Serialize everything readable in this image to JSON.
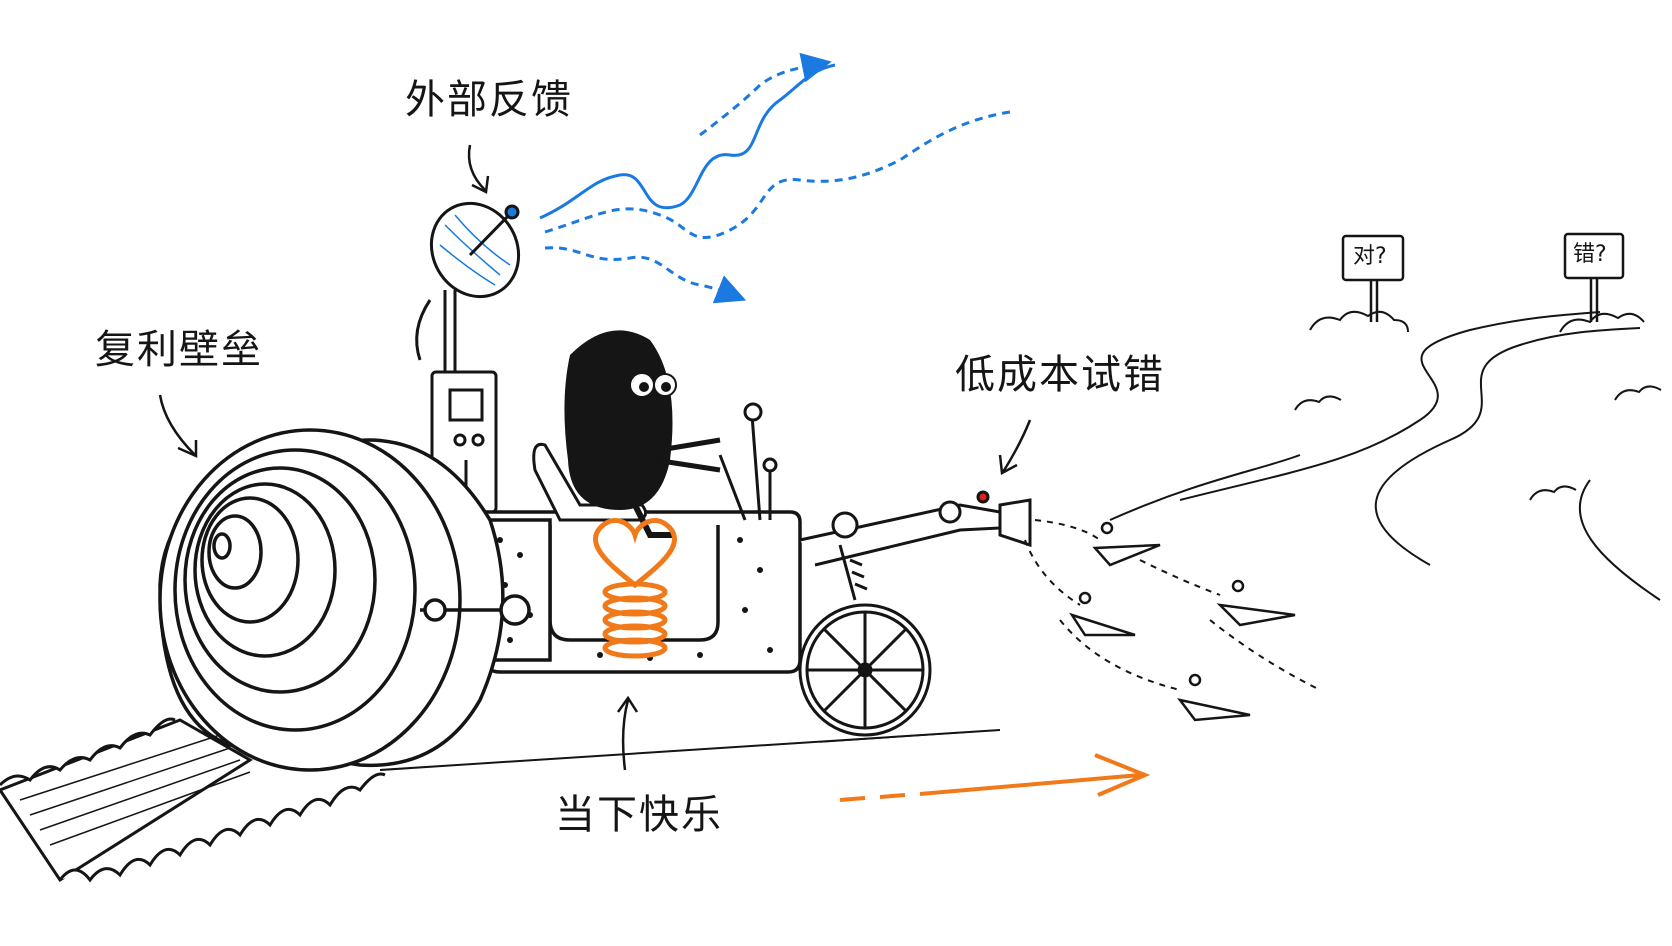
{
  "labels": {
    "external_feedback": "外部反馈",
    "compound_barrier": "复利壁垒",
    "low_cost_trial": "低成本试错",
    "present_joy": "当下快乐"
  },
  "signs": {
    "right": "对?",
    "wrong": "错?"
  },
  "colors": {
    "ink": "#151515",
    "feedback_blue": "#1a7ae0",
    "joy_orange": "#f07a1a",
    "paper": "#ffffff"
  },
  "icons": {
    "antenna": "satellite-dish-icon",
    "heart": "heart-spring-icon"
  }
}
